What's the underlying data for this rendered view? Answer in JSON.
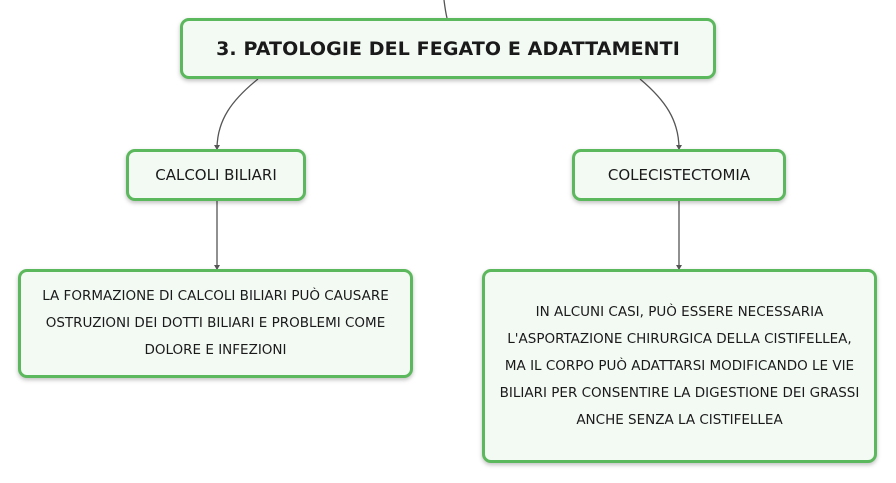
{
  "root": {
    "title": "3. PATOLOGIE DEL FEGATO E ADATTAMENTI"
  },
  "branches": [
    {
      "label": "CALCOLI BILIARI",
      "detail": "LA FORMAZIONE DI CALCOLI BILIARI PUÒ CAUSARE OSTRUZIONI DEI DOTTI BILIARI E PROBLEMI COME DOLORE E INFEZIONI"
    },
    {
      "label": "COLECISTECTOMIA",
      "detail": "IN ALCUNI CASI, PUÒ ESSERE NECESSARIA L'ASPORTAZIONE CHIRURGICA DELLA CISTIFELLEA, MA IL CORPO PUÒ ADATTARSI MODIFICANDO LE VIE BILIARI PER CONSENTIRE LA DIGESTIONE DEI GRASSI ANCHE SENZA LA CISTIFELLEA"
    }
  ],
  "colors": {
    "node_border": "#5cb85c",
    "node_fill": "#f3faf4",
    "connector": "#555555",
    "text": "#1a1a1a"
  }
}
